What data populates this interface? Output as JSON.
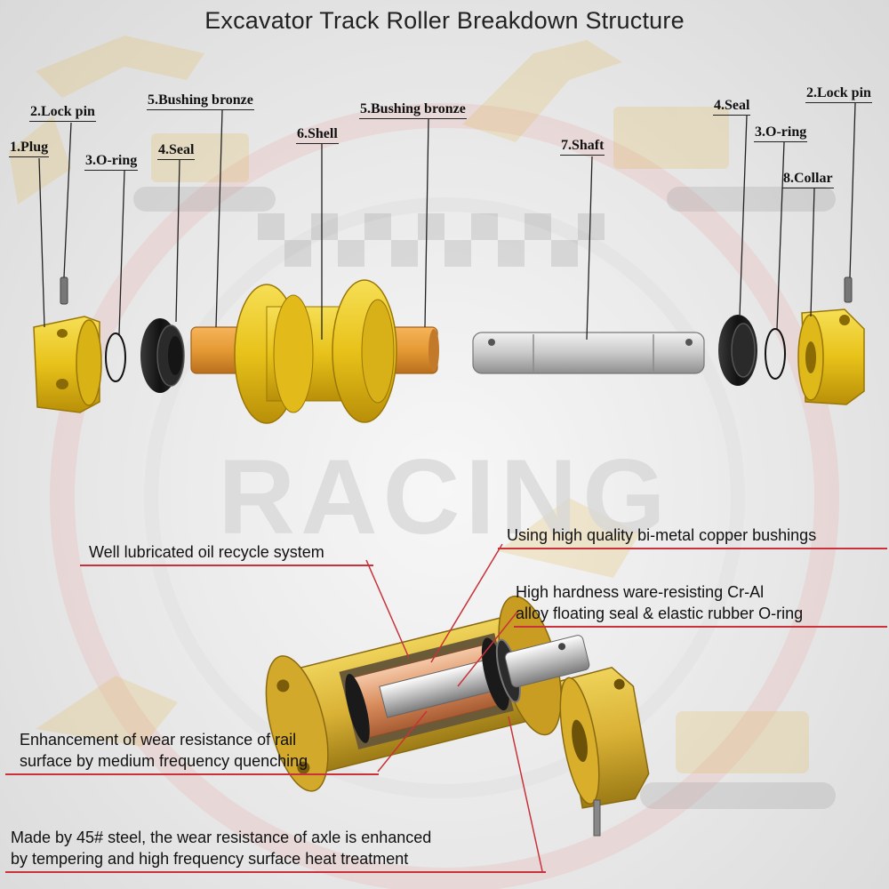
{
  "title": "Excavator Track Roller Breakdown Structure",
  "parts": [
    {
      "id": "plug",
      "text": "1.Plug"
    },
    {
      "id": "lockpin-left",
      "text": "2.Lock pin"
    },
    {
      "id": "oring-left",
      "text": "3.O-ring"
    },
    {
      "id": "seal-left",
      "text": "4.Seal"
    },
    {
      "id": "bushing-left",
      "text": "5.Bushing bronze"
    },
    {
      "id": "shell",
      "text": "6.Shell"
    },
    {
      "id": "bushing-right",
      "text": "5.Bushing bronze"
    },
    {
      "id": "shaft",
      "text": "7.Shaft"
    },
    {
      "id": "seal-right",
      "text": "4.Seal"
    },
    {
      "id": "oring-right",
      "text": "3.O-ring"
    },
    {
      "id": "lockpin-right",
      "text": "2.Lock pin"
    },
    {
      "id": "collar",
      "text": "8.Collar"
    }
  ],
  "features": {
    "oil": [
      "Well lubricated oil recycle system"
    ],
    "bushings": [
      "Using high quality bi-metal copper bushings"
    ],
    "seal": [
      "High hardness ware-resisting Cr-Al",
      "alloy floating seal & elastic rubber O-ring"
    ],
    "rail": [
      "Enhancement of wear resistance of rail",
      "surface by medium frequency quenching"
    ],
    "axle": [
      "Made by 45# steel, the wear resistance of axle is enhanced",
      "by tempering and high frequency surface heat treatment"
    ]
  },
  "watermark_text": "RACING",
  "colors": {
    "part_yellow": "#e8c21a",
    "bronze": "#e59a35",
    "shaft": "#c9c9c9",
    "rubber": "#1c1c1c",
    "leader_red": "#c8323a"
  }
}
